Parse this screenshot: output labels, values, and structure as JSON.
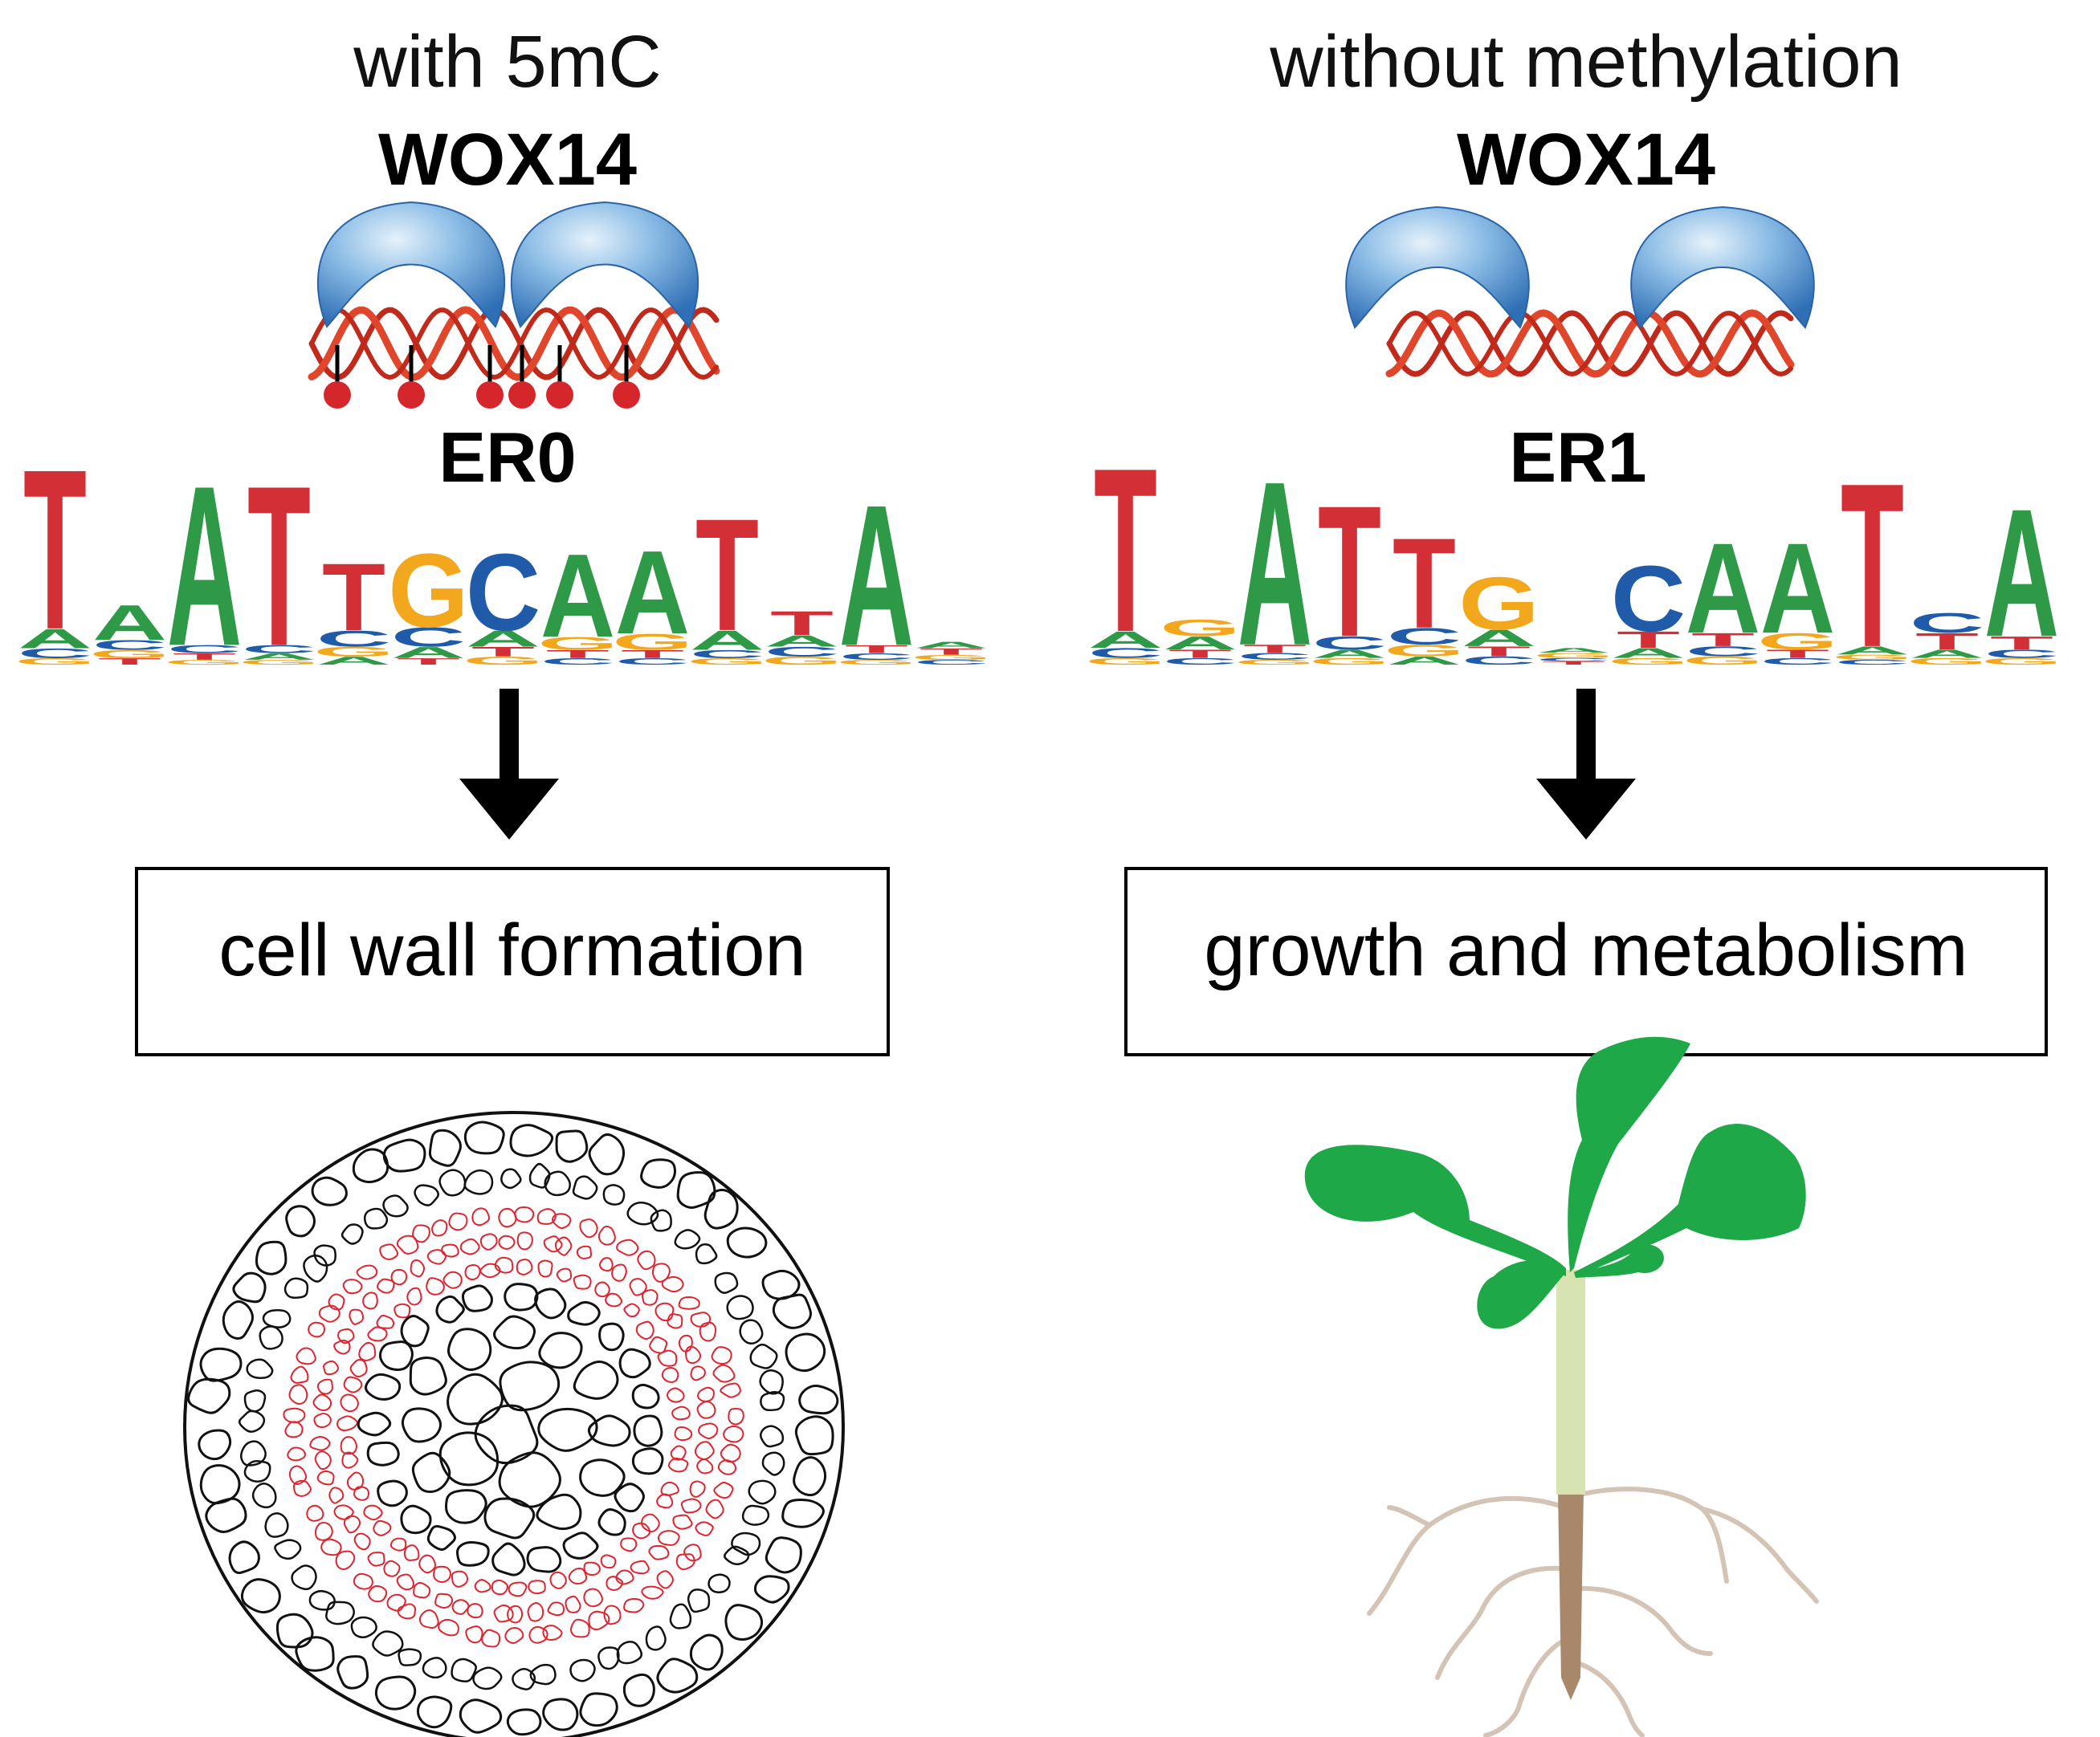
{
  "panels": [
    {
      "condition": "with 5mC",
      "factor": "WOX14",
      "motif_name": "ER0",
      "methylated": true,
      "methyl_mark_count": 6,
      "motif_logo": [
        [
          {
            "b": "T",
            "h": 1.0
          },
          {
            "b": "A",
            "h": 0.12
          },
          {
            "b": "C",
            "h": 0.06
          },
          {
            "b": "G",
            "h": 0.04
          }
        ],
        [
          {
            "b": "A",
            "h": 0.22
          },
          {
            "b": "C",
            "h": 0.06
          },
          {
            "b": "G",
            "h": 0.05
          },
          {
            "b": "T",
            "h": 0.04
          }
        ],
        [
          {
            "b": "A",
            "h": 1.0
          },
          {
            "b": "C",
            "h": 0.05
          },
          {
            "b": "T",
            "h": 0.04
          },
          {
            "b": "G",
            "h": 0.03
          }
        ],
        [
          {
            "b": "T",
            "h": 1.0
          },
          {
            "b": "C",
            "h": 0.05
          },
          {
            "b": "A",
            "h": 0.04
          },
          {
            "b": "G",
            "h": 0.03
          }
        ],
        [
          {
            "b": "T",
            "h": 0.42
          },
          {
            "b": "C",
            "h": 0.1
          },
          {
            "b": "G",
            "h": 0.06
          },
          {
            "b": "A",
            "h": 0.05
          }
        ],
        [
          {
            "b": "G",
            "h": 0.46
          },
          {
            "b": "C",
            "h": 0.12
          },
          {
            "b": "A",
            "h": 0.07
          },
          {
            "b": "T",
            "h": 0.04
          }
        ],
        [
          {
            "b": "C",
            "h": 0.48
          },
          {
            "b": "A",
            "h": 0.1
          },
          {
            "b": "T",
            "h": 0.06
          },
          {
            "b": "G",
            "h": 0.05
          }
        ],
        [
          {
            "b": "A",
            "h": 0.52
          },
          {
            "b": "G",
            "h": 0.08
          },
          {
            "b": "T",
            "h": 0.05
          },
          {
            "b": "C",
            "h": 0.04
          }
        ],
        [
          {
            "b": "A",
            "h": 0.52
          },
          {
            "b": "G",
            "h": 0.1
          },
          {
            "b": "T",
            "h": 0.05
          },
          {
            "b": "C",
            "h": 0.04
          }
        ],
        [
          {
            "b": "T",
            "h": 0.7
          },
          {
            "b": "A",
            "h": 0.12
          },
          {
            "b": "C",
            "h": 0.05
          },
          {
            "b": "G",
            "h": 0.04
          }
        ],
        [
          {
            "b": "T",
            "h": 0.15
          },
          {
            "b": "A",
            "h": 0.07
          },
          {
            "b": "C",
            "h": 0.06
          },
          {
            "b": "G",
            "h": 0.05
          }
        ],
        [
          {
            "b": "A",
            "h": 0.88
          },
          {
            "b": "T",
            "h": 0.05
          },
          {
            "b": "C",
            "h": 0.04
          },
          {
            "b": "G",
            "h": 0.03
          }
        ],
        [
          {
            "b": "T",
            "h": 0.04
          },
          {
            "b": "A",
            "h": 0.04
          },
          {
            "b": "C",
            "h": 0.03
          },
          {
            "b": "G",
            "h": 0.03
          }
        ]
      ],
      "arrow": "down",
      "outcome": "cell wall formation",
      "illustration": "stem-cross-section"
    },
    {
      "condition": "without methylation",
      "factor": "WOX14",
      "motif_name": "ER1",
      "methylated": false,
      "methyl_mark_count": 0,
      "motif_logo": [
        [
          {
            "b": "T",
            "h": 1.0
          },
          {
            "b": "A",
            "h": 0.1
          },
          {
            "b": "C",
            "h": 0.06
          },
          {
            "b": "G",
            "h": 0.04
          }
        ],
        [
          {
            "b": "G",
            "h": 0.1
          },
          {
            "b": "A",
            "h": 0.08
          },
          {
            "b": "T",
            "h": 0.05
          },
          {
            "b": "C",
            "h": 0.04
          }
        ],
        [
          {
            "b": "A",
            "h": 1.0
          },
          {
            "b": "T",
            "h": 0.05
          },
          {
            "b": "C",
            "h": 0.04
          },
          {
            "b": "G",
            "h": 0.03
          }
        ],
        [
          {
            "b": "T",
            "h": 0.8
          },
          {
            "b": "C",
            "h": 0.08
          },
          {
            "b": "A",
            "h": 0.05
          },
          {
            "b": "G",
            "h": 0.04
          }
        ],
        [
          {
            "b": "T",
            "h": 0.55
          },
          {
            "b": "C",
            "h": 0.1
          },
          {
            "b": "G",
            "h": 0.07
          },
          {
            "b": "A",
            "h": 0.05
          }
        ],
        [
          {
            "b": "G",
            "h": 0.32
          },
          {
            "b": "A",
            "h": 0.1
          },
          {
            "b": "T",
            "h": 0.06
          },
          {
            "b": "C",
            "h": 0.05
          }
        ],
        [
          {
            "b": "G",
            "h": 0.03
          },
          {
            "b": "A",
            "h": 0.03
          },
          {
            "b": "T",
            "h": 0.02
          },
          {
            "b": "C",
            "h": 0.02
          }
        ],
        [
          {
            "b": "C",
            "h": 0.4
          },
          {
            "b": "T",
            "h": 0.1
          },
          {
            "b": "A",
            "h": 0.06
          },
          {
            "b": "G",
            "h": 0.04
          }
        ],
        [
          {
            "b": "A",
            "h": 0.55
          },
          {
            "b": "T",
            "h": 0.08
          },
          {
            "b": "C",
            "h": 0.06
          },
          {
            "b": "G",
            "h": 0.05
          }
        ],
        [
          {
            "b": "A",
            "h": 0.55
          },
          {
            "b": "G",
            "h": 0.1
          },
          {
            "b": "T",
            "h": 0.05
          },
          {
            "b": "C",
            "h": 0.04
          }
        ],
        [
          {
            "b": "T",
            "h": 1.0
          },
          {
            "b": "A",
            "h": 0.05
          },
          {
            "b": "C",
            "h": 0.03
          },
          {
            "b": "G",
            "h": 0.03
          }
        ],
        [
          {
            "b": "C",
            "h": 0.12
          },
          {
            "b": "T",
            "h": 0.1
          },
          {
            "b": "A",
            "h": 0.05
          },
          {
            "b": "G",
            "h": 0.04
          }
        ],
        [
          {
            "b": "A",
            "h": 0.78
          },
          {
            "b": "T",
            "h": 0.08
          },
          {
            "b": "C",
            "h": 0.05
          },
          {
            "b": "G",
            "h": 0.04
          }
        ]
      ],
      "arrow": "down",
      "outcome": "growth and metabolism",
      "illustration": "seedling"
    }
  ],
  "colors": {
    "A": "#2e9946",
    "C": "#1f5ba8",
    "G": "#f2a71c",
    "T": "#d32f36",
    "protein_light": "#c9e1f5",
    "protein_dark": "#2f71b8",
    "dna_strand": "#e0462b",
    "dna_strand_dark": "#c12a1b",
    "methyl_mark": "#d4262b",
    "cell_outline": "#111111",
    "vascular_cell": "#e0242f",
    "leaf": "#1fa847",
    "hypocotyl": "#d8e3b2",
    "root_main": "#a9876a",
    "root_lateral": "#d3c4b6"
  }
}
